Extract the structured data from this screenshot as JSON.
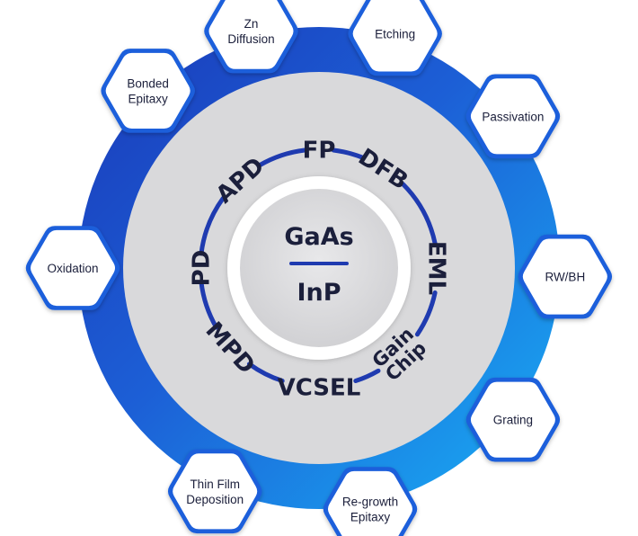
{
  "center": {
    "top": "GaAs",
    "bottom": "InP"
  },
  "inner_ring": [
    {
      "text": "FP",
      "angle": 0
    },
    {
      "text": "DFB",
      "angle": 33
    },
    {
      "text": "EML",
      "angle": 90
    },
    {
      "text": "Gain Chip",
      "angle": 137
    },
    {
      "text": "VCSEL",
      "angle": 180
    },
    {
      "text": "MPD",
      "angle": 228
    },
    {
      "text": "PD",
      "angle": 270
    },
    {
      "text": "APD",
      "angle": 318
    }
  ],
  "hexagons": [
    {
      "label": "Zn Diffusion",
      "angle": -16
    },
    {
      "label": "Etching",
      "angle": 18
    },
    {
      "label": "Passivation",
      "angle": 52
    },
    {
      "label": "RW/BH",
      "angle": 92
    },
    {
      "label": "Grating",
      "angle": 128
    },
    {
      "label": "Re-growth Epitaxy",
      "angle": 168
    },
    {
      "label": "Thin Film Deposition",
      "angle": 205
    },
    {
      "label": "Oxidation",
      "angle": 270
    },
    {
      "label": "Bonded Epitaxy",
      "angle": 316
    }
  ],
  "colors": {
    "ring_dark": "#1a3fbf",
    "ring_light": "#1aa6f2",
    "inner_disk": "#d9d9db",
    "arc_stroke": "#1f3bb0",
    "text": "#1b1f3b"
  }
}
